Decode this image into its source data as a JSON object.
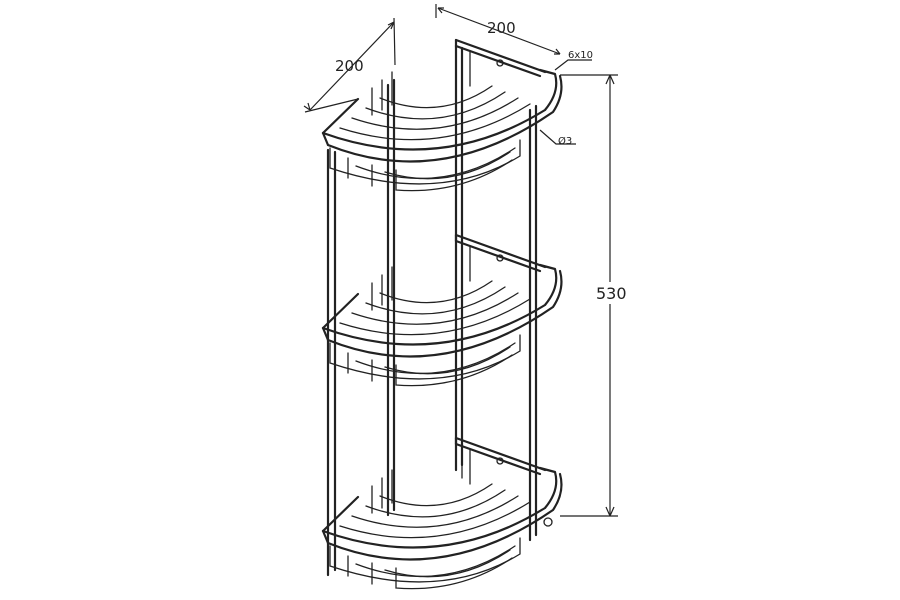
{
  "drawing": {
    "dimension_width_left": "200",
    "dimension_width_right": "200",
    "dimension_height": "530",
    "bracket_size": "6x10",
    "wire_diameter": "Ø3",
    "shelf_count": 3
  }
}
